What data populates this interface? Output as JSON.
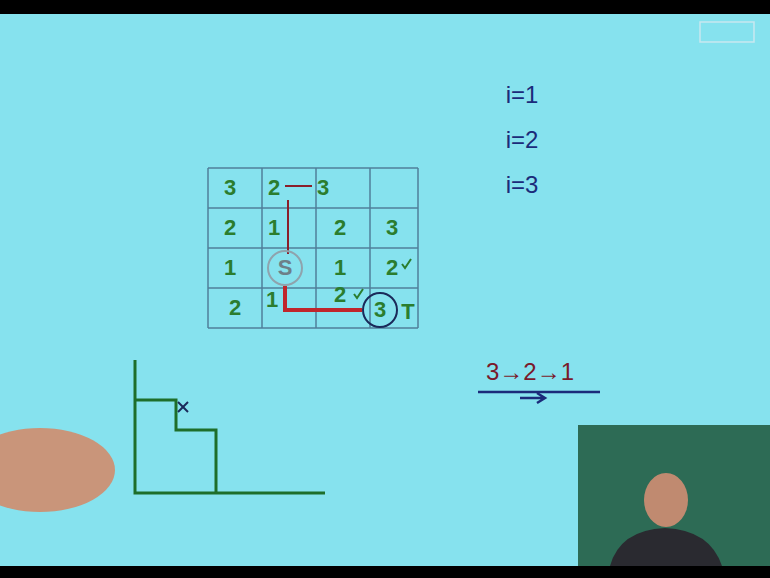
{
  "diagram": {
    "nodes": [
      {
        "text": [
          "S"
        ]
      },
      {
        "text": [
          "3"
        ]
      }
    ],
    "edges": [
      {
        "from": 0,
        "to": 1,
        "arrow": "none"
      }
    ],
    "labels": [
      "3",
      "2",
      "3",
      "2",
      "1",
      "2",
      "3",
      "1",
      "1",
      "2",
      "2",
      "1",
      "2",
      "T",
      "i=1",
      "i=2",
      "i=3",
      "3→2→1"
    ]
  }
}
